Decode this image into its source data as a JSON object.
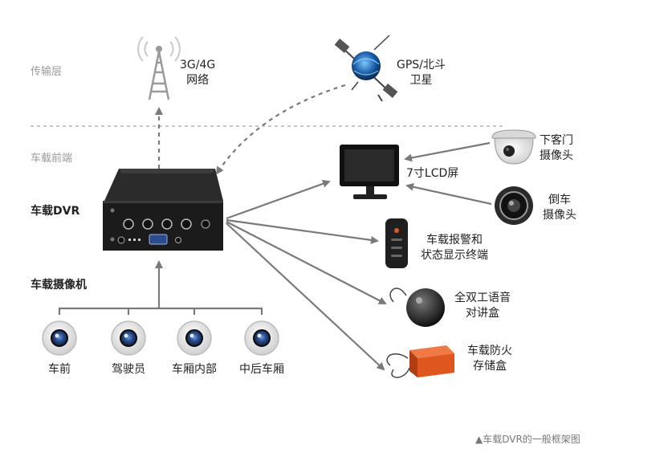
{
  "layers": {
    "transport": "传输层",
    "vehicle_front": "车载前端"
  },
  "nodes": {
    "network": [
      "3G/4G",
      "网络"
    ],
    "gps": [
      "GPS/北斗",
      "卫星"
    ],
    "dvr": "车载DVR",
    "lcd": "7寸LCD屏",
    "door_cam": [
      "下客门",
      "摄像头"
    ],
    "reverse_cam": [
      "倒车",
      "摄像头"
    ],
    "alarm": [
      "车载报警和",
      "状态显示终端"
    ],
    "intercom": [
      "全双工语音",
      "对讲盒"
    ],
    "firebox": [
      "车载防火",
      "存储盒"
    ],
    "camera_group": "车载摄像机",
    "cameras": [
      "车前",
      "驾驶员",
      "车厢内部",
      "中后车厢"
    ]
  },
  "caption": "▲车载DVR的一般框架图",
  "colors": {
    "arrow": "#7a7a7a",
    "device": "#1e1e1e",
    "divider": "#b5b5b5",
    "camera_lens": "#2a4f8f",
    "firebox": "#e0561f"
  }
}
